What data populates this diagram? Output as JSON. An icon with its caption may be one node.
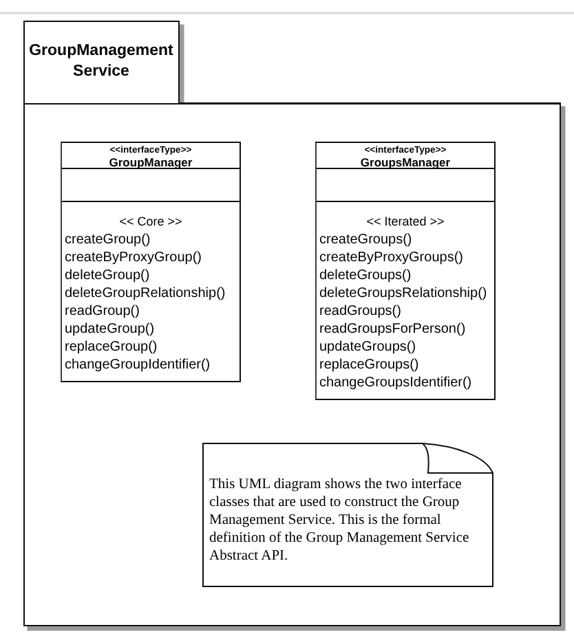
{
  "diagram": {
    "nodes": [
      {
        "text": [
          "GroupManagement Service"
        ]
      },
      {
        "text": [
          "<<interfaceType>>",
          "GroupManager",
          "<< Core >>",
          "createGroup()",
          "createByProxyGroup()",
          "deleteGroup()",
          "deleteGroupRelationship()",
          "readGroup()",
          "updateGroup()",
          "replaceGroup()",
          "changeGroupIdentifier()"
        ],
        "in": 0
      },
      {
        "text": [
          "<<interfaceType>>",
          "GroupsManager",
          "<< Iterated >>",
          "createGroups()",
          "createByProxyGroups()",
          "deleteGroups()",
          "deleteGroupsRelationship()",
          "readGroups()",
          "readGroupsForPerson()",
          "updateGroups()",
          "replaceGroups()",
          "changeGroupsIdentifier()"
        ],
        "in": 0
      },
      {
        "text": [
          "This UML diagram shows the two interface classes that are used to construct the Group Management Service. This is the formal definition of the Group Management Service Abstract API."
        ],
        "in": 0
      }
    ]
  }
}
